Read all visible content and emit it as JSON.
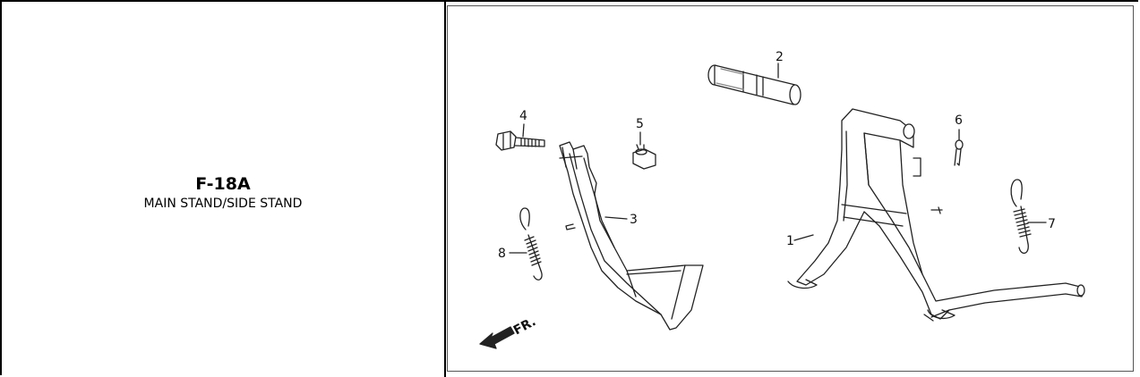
{
  "section": {
    "code": "F-18A",
    "title": "MAIN STAND/SIDE STAND"
  },
  "diagram": {
    "callouts": [
      {
        "id": "1",
        "label": "1"
      },
      {
        "id": "2",
        "label": "2"
      },
      {
        "id": "3",
        "label": "3"
      },
      {
        "id": "4",
        "label": "4"
      },
      {
        "id": "5",
        "label": "5"
      },
      {
        "id": "6",
        "label": "6"
      },
      {
        "id": "7",
        "label": "7"
      },
      {
        "id": "8",
        "label": "8"
      }
    ],
    "direction_label": "FR."
  }
}
